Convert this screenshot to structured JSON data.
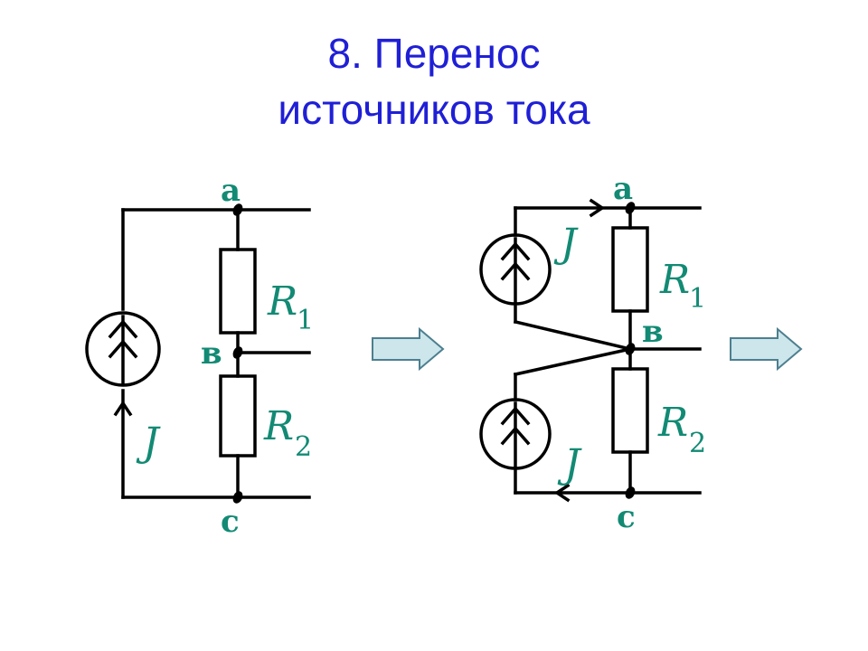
{
  "title": {
    "line1": "8. Перенос",
    "line2": "источников тока"
  },
  "left_circuit": {
    "node_a": "a",
    "node_b": "в",
    "node_c": "c",
    "source": "J",
    "r1": {
      "symbol": "R",
      "index": "1"
    },
    "r2": {
      "symbol": "R",
      "index": "2"
    }
  },
  "right_circuit": {
    "node_a": "a",
    "node_b": "в",
    "node_c": "c",
    "source_top": "J",
    "source_bottom": "J",
    "r1": {
      "symbol": "R",
      "index": "1"
    },
    "r2": {
      "symbol": "R",
      "index": "2"
    }
  },
  "arrows": [
    "next-step-arrow",
    "next-step-arrow"
  ],
  "colors": {
    "title": "#1f1fd6",
    "labels": "#128a74",
    "wire": "#000000",
    "arrow_fill": "#cce6ec",
    "arrow_stroke": "#4d7f8f"
  }
}
